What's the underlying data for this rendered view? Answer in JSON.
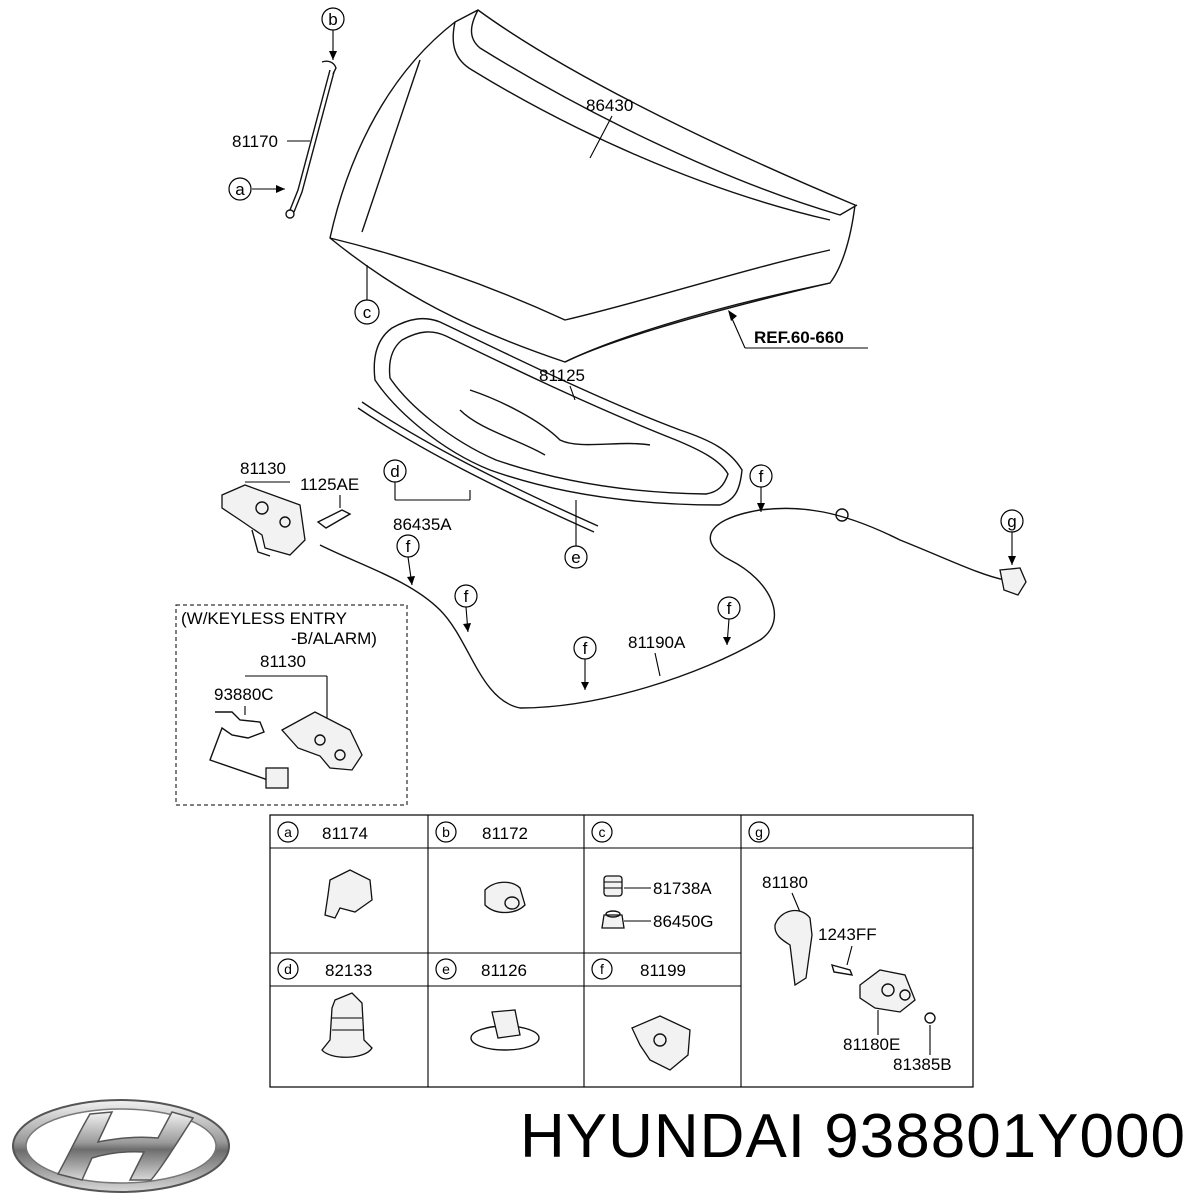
{
  "callouts": {
    "a": "a",
    "b": "b",
    "c": "c",
    "d": "d",
    "e": "e",
    "f": "f",
    "g": "g"
  },
  "labels": {
    "p86430": "86430",
    "p81170": "81170",
    "p81125": "81125",
    "ref": "REF.60-660",
    "p81130": "81130",
    "p1125AE": "1125AE",
    "p86435A": "86435A",
    "p81190A": "81190A",
    "keyless_line1": "(W/KEYLESS ENTRY",
    "keyless_line2": "-B/ALARM)",
    "keyless_81130": "81130",
    "keyless_93880C": "93880C"
  },
  "table": {
    "cells": [
      {
        "letter": "a",
        "part": "81174"
      },
      {
        "letter": "b",
        "part": "81172"
      },
      {
        "letter": "c",
        "part": "",
        "items": [
          "81738A",
          "86450G"
        ]
      },
      {
        "letter": "g",
        "part": "",
        "items": [
          "81180",
          "1243FF",
          "81180E",
          "81385B"
        ]
      },
      {
        "letter": "d",
        "part": "82133"
      },
      {
        "letter": "e",
        "part": "81126"
      },
      {
        "letter": "f",
        "part": "81199"
      }
    ]
  },
  "footer": {
    "brand": "HYUNDAI",
    "part_number": "938801Y000",
    "logo_icon": "hyundai-logo-icon"
  }
}
